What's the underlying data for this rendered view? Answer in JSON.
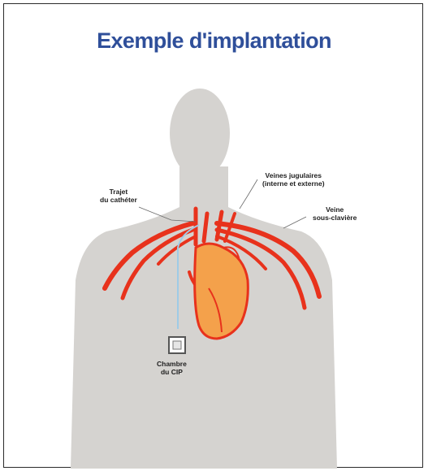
{
  "title": "Exemple d'implantation",
  "labels": {
    "catheter_path": {
      "line1": "Trajet",
      "line2": "du cathéter"
    },
    "jugular_veins": {
      "line1": "Veines jugulaires",
      "line2": "(interne et externe)"
    },
    "subclavian_vein": {
      "line1": "Veine",
      "line2": "sous-clavière"
    },
    "chamber": {
      "line1": "Chambre",
      "line2": "du CIP"
    }
  },
  "colors": {
    "title": "#2f4f9a",
    "body": "#d5d3d0",
    "vessel": "#e8321c",
    "heart": "#f4a14b",
    "catheter": "#9ecbe6"
  }
}
